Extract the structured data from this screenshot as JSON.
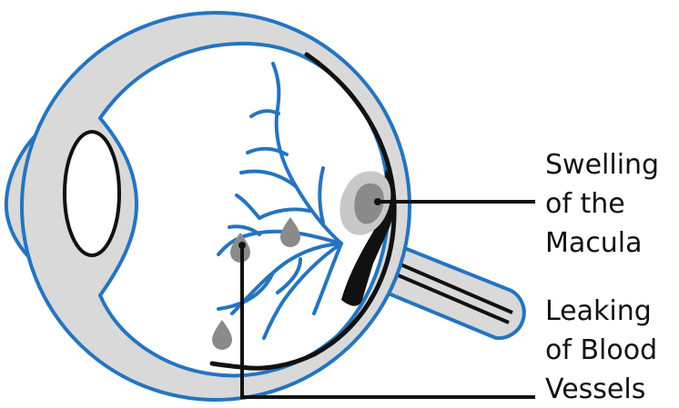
{
  "colors": {
    "outline": "#2574c0",
    "vessel": "#2574c0",
    "sclera_fill": "#d9d9d9",
    "eye_fill": "#ffffff",
    "dark": "#111111",
    "macula_swelling": "#8a8a8a",
    "blood_drop": "#8a8a8a",
    "text": "#111111"
  },
  "icons": {
    "eye": "eye-cross-section-icon",
    "drop": "drop-icon"
  },
  "labels": {
    "swelling": [
      "Swelling",
      "of the",
      "Macula"
    ],
    "leaking": [
      "Leaking",
      "of Blood",
      "Vessels"
    ]
  }
}
